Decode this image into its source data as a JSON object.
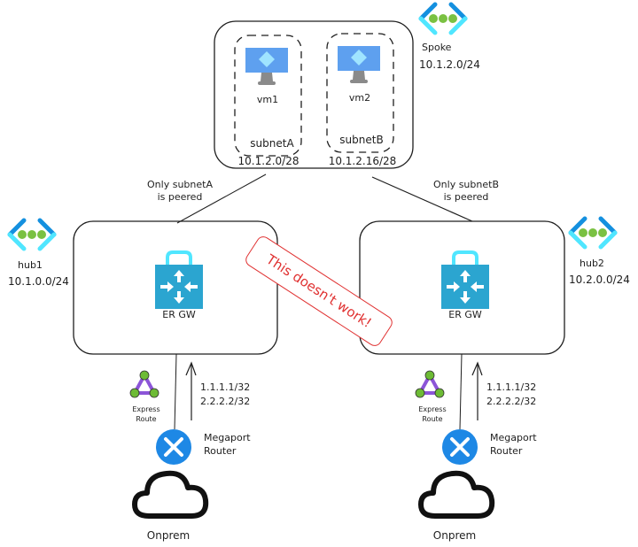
{
  "diagram": {
    "spoke": {
      "name": "Spoke",
      "cidr": "10.1.2.0/24",
      "subnets": [
        {
          "name": "subnetA",
          "cidr": "10.1.2.0/28",
          "vm": "vm1"
        },
        {
          "name": "subnetB",
          "cidr": "10.1.2.16/28",
          "vm": "vm2"
        }
      ]
    },
    "peering_notes": [
      {
        "line1": "Only subnetA",
        "line2": "is peered"
      },
      {
        "line1": "Only subnetB",
        "line2": "is peered"
      }
    ],
    "hubs": [
      {
        "name": "hub1",
        "cidr": "10.1.0.0/24",
        "gateway": "ER GW"
      },
      {
        "name": "hub2",
        "cidr": "10.2.0.0/24",
        "gateway": "ER GW"
      }
    ],
    "warning": "This doesn't work!",
    "onprem_sites": [
      {
        "expressroute_line1": "Express",
        "expressroute_line2": "Route",
        "routes_line1": "1.1.1.1/32",
        "routes_line2": "2.2.2.2/32",
        "router_line1": "Megaport",
        "router_line2": "Router",
        "site": "Onprem"
      },
      {
        "expressroute_line1": "Express",
        "expressroute_line2": "Route",
        "routes_line1": "1.1.1.1/32",
        "routes_line2": "2.2.2.2/32",
        "router_line1": "Megaport",
        "router_line2": "Router",
        "site": "Onprem"
      }
    ],
    "colors": {
      "warning": "#e03131",
      "vm_screen": "#5ea0ef",
      "vm_diamond": "#9fe4ff",
      "vnet_bracket_dark": "#1490df",
      "vnet_bracket_light": "#50e6ff",
      "vnet_dots": "#7ac142",
      "gateway": "#2ba5d0",
      "router": "#1e88e5",
      "expressroute_edge": "#8c55d8",
      "expressroute_node": "#6dbb35"
    }
  }
}
